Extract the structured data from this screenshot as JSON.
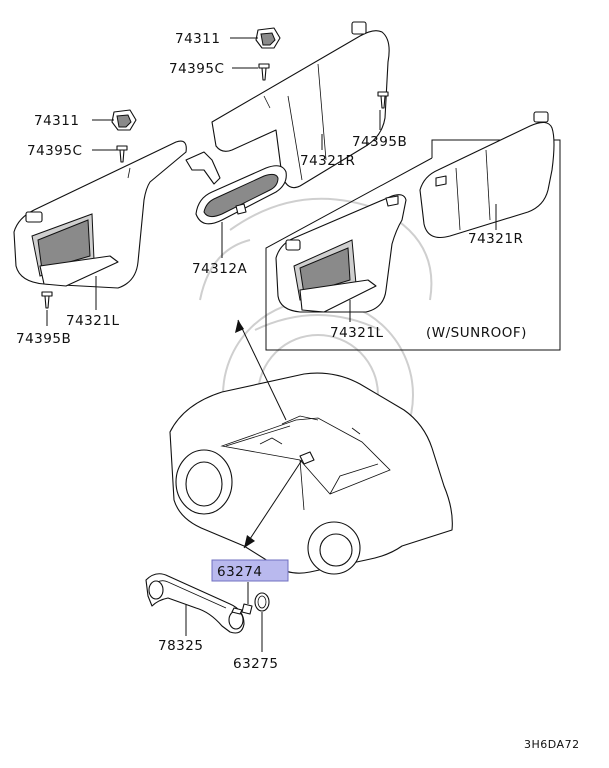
{
  "labels": {
    "p74311_top": "74311",
    "p74395c_top": "74395C",
    "p74311_left": "74311",
    "p74395c_left": "74395C",
    "p74395b_right": "74395B",
    "p74321r_upper": "74321R",
    "p74321r_sunroof": "74321R",
    "p74312a": "74312A",
    "p74321l_left": "74321L",
    "p74395b_left": "74395B",
    "p74321l_sunroof": "74321L",
    "sunroof_note": "(W/SUNROOF)",
    "p63274": "63274",
    "p78325": "78325",
    "p63275": "63275",
    "figure_code": "3H6DA72"
  },
  "colors": {
    "highlight_fill": "#b9b9ee",
    "highlight_stroke": "#7070c0",
    "line": "#111111",
    "watermark": "#cfcfcf"
  }
}
